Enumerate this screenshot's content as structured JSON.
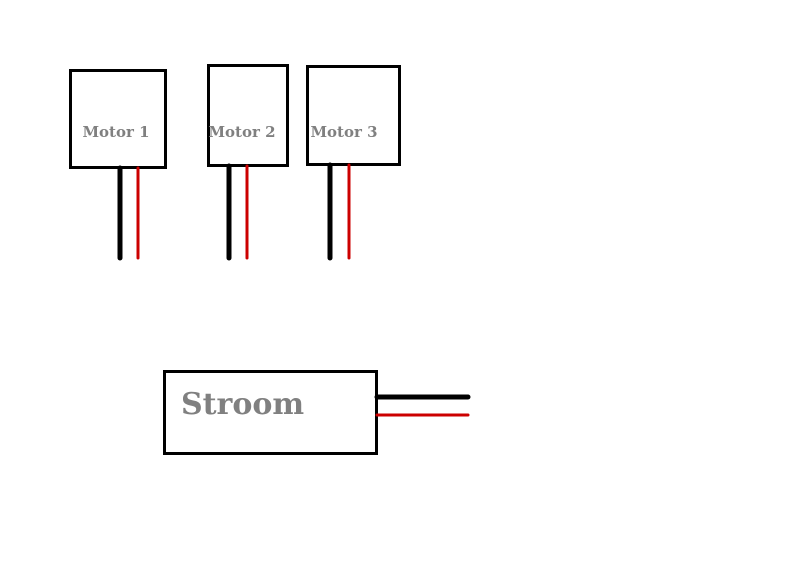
{
  "motors": [
    {
      "label": "Motor 1"
    },
    {
      "label": "Motor 2"
    },
    {
      "label": "Motor 3"
    }
  ],
  "power": {
    "label": "Stroom"
  },
  "colors": {
    "background": "#ffffff",
    "outline": "#000000",
    "label": "#808080",
    "wire_negative": "#000000",
    "wire_positive": "#cc0000"
  }
}
